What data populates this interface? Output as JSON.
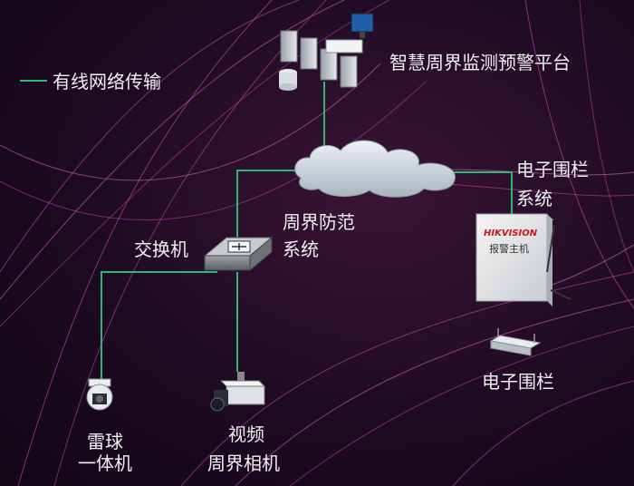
{
  "legend": {
    "label": "有线网络传输",
    "color": "#2fb872"
  },
  "nodes": {
    "platform": "智慧周界监测预警平台",
    "perimeter_system_line1": "周界防范",
    "perimeter_system_line2": "系统",
    "fence_system_line1": "电子围栏",
    "fence_system_line2": "系统",
    "switch": "交换机",
    "dome_line1": "雷球",
    "dome_line2": "一体机",
    "camera_line1": "视频",
    "camera_line2": "周界相机",
    "fence": "电子围栏",
    "alarm_brand": "HIKVISION",
    "alarm_host": "报警主机"
  },
  "colors": {
    "link": "#2fb872",
    "wave": "#d455c8",
    "accent_red": "#d0121b"
  }
}
